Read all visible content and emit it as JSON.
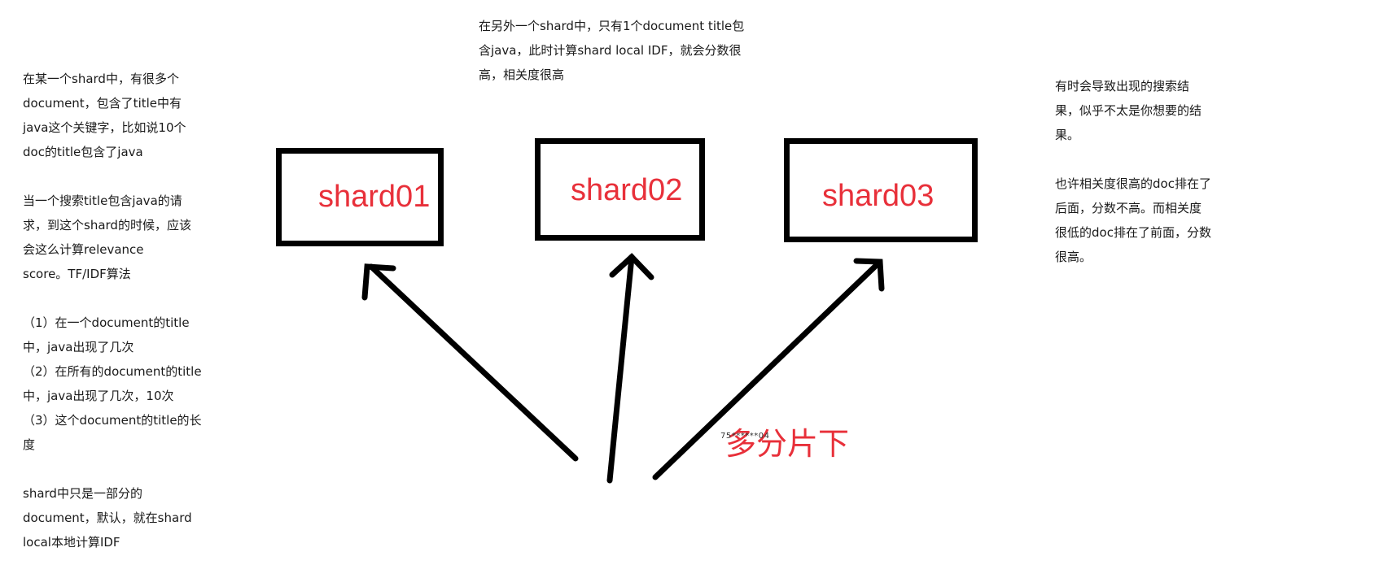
{
  "notes": {
    "left": "在某一个shard中，有很多个\ndocument，包含了title中有\njava这个关键字，比如说10个\ndoc的title包含了java\n\n当一个搜索title包含java的请\n求，到这个shard的时候，应该\n会这么计算relevance\nscore。TF/IDF算法\n\n（1）在一个document的title\n中，java出现了几次\n（2）在所有的document的title\n中，java出现了几次，10次\n（3）这个document的title的长\n度\n\nshard中只是一部分的\ndocument，默认，就在shard\nlocal本地计算IDF",
    "top": "在另外一个shard中，只有1个document title包\n含java，此时计算shard local IDF，就会分数很\n高，相关度很高",
    "right": "有时会导致出现的搜索结\n果，似乎不太是你想要的结\n果。\n\n也许相关度很高的doc排在了\n后面，分数不高。而相关度\n很低的doc排在了前面，分数\n很高。"
  },
  "shards": [
    {
      "label": "shard01"
    },
    {
      "label": "shard02"
    },
    {
      "label": "shard03"
    }
  ],
  "multi_shard_label": "多分片下",
  "watermark": "75******04",
  "colors": {
    "accent": "#e8303a",
    "line": "#000000"
  }
}
